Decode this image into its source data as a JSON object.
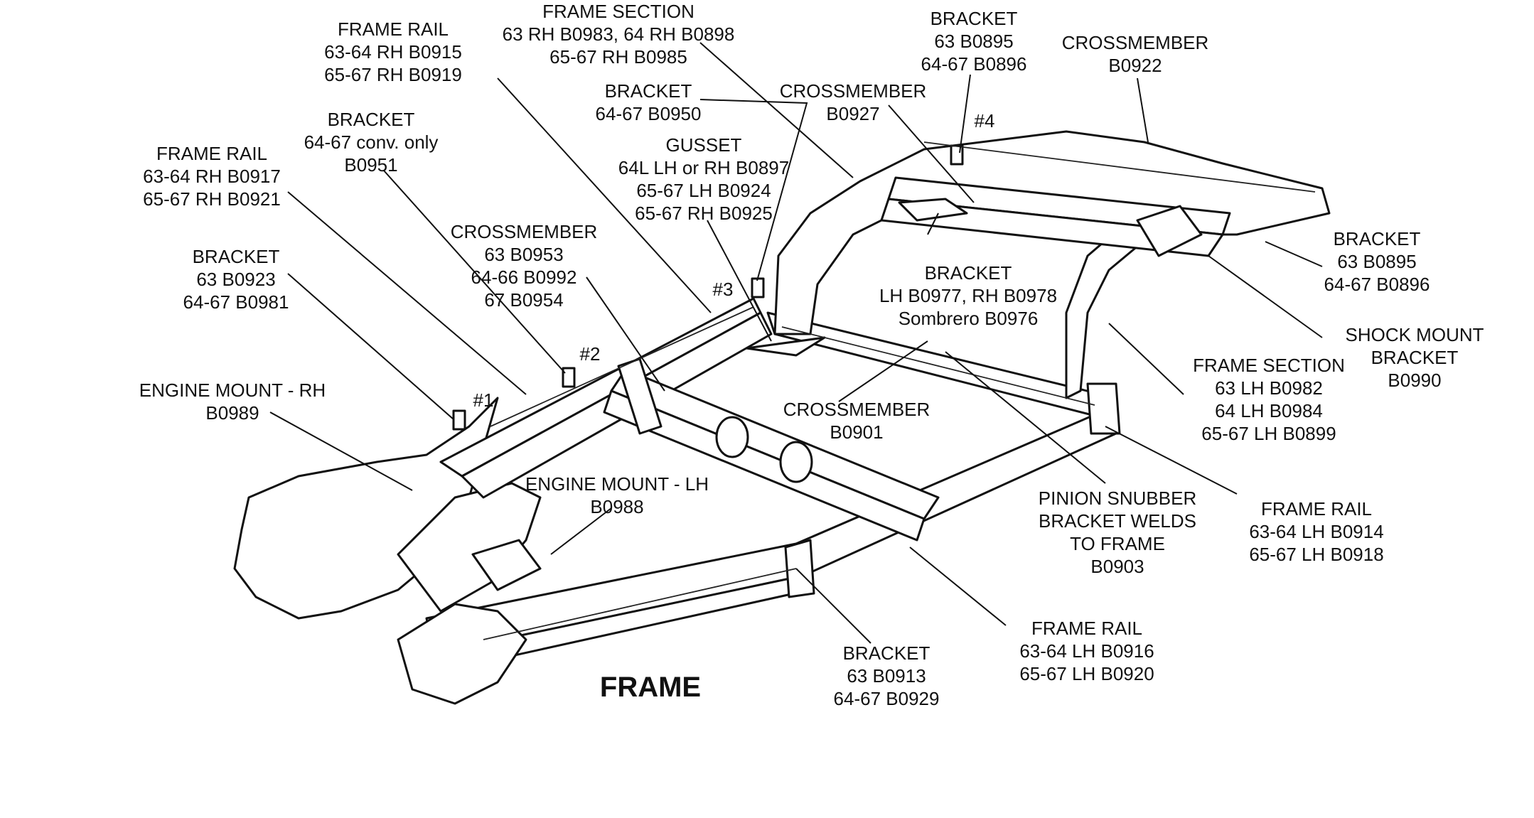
{
  "title": "FRAME",
  "numbers": [
    "#1",
    "#2",
    "#3",
    "#4"
  ],
  "callouts": [
    {
      "id": "frame-rail-rh-front",
      "lines": [
        "FRAME RAIL",
        "63-64 RH B0915",
        "65-67 RH B0919"
      ]
    },
    {
      "id": "frame-section-rh",
      "lines": [
        "FRAME SECTION",
        "63 RH B0983, 64 RH B0898",
        "65-67 RH  B0985"
      ]
    },
    {
      "id": "bracket-b0895-top",
      "lines": [
        "BRACKET",
        "63  B0895",
        "64-67  B0896"
      ]
    },
    {
      "id": "crossmember-b0922",
      "lines": [
        "CROSSMEMBER",
        "B0922"
      ]
    },
    {
      "id": "bracket-b0951",
      "lines": [
        "BRACKET",
        "64-67 conv. only",
        "B0951"
      ]
    },
    {
      "id": "bracket-b0950",
      "lines": [
        "BRACKET",
        "64-67  B0950"
      ]
    },
    {
      "id": "crossmember-b0927",
      "lines": [
        "CROSSMEMBER",
        "B0927"
      ]
    },
    {
      "id": "frame-rail-rh-rear",
      "lines": [
        "FRAME RAIL",
        "63-64 RH B0917",
        "65-67 RH B0921"
      ]
    },
    {
      "id": "gusset",
      "lines": [
        "GUSSET",
        "64L LH or RH B0897",
        "65-67 LH  B0924",
        "65-67 RH  B0925"
      ]
    },
    {
      "id": "crossmember-b0953",
      "lines": [
        "CROSSMEMBER",
        "63  B0953",
        "64-66  B0992",
        "67  B0954"
      ]
    },
    {
      "id": "bracket-b0923",
      "lines": [
        "BRACKET",
        "63  B0923",
        "64-67  B0981"
      ]
    },
    {
      "id": "bracket-sombrero",
      "lines": [
        "BRACKET",
        "LH B0977, RH B0978",
        "Sombrero B0976"
      ]
    },
    {
      "id": "bracket-b0895-right",
      "lines": [
        "BRACKET",
        "63  B0895",
        "64-67  B0896"
      ]
    },
    {
      "id": "shock-mount-bracket",
      "lines": [
        "SHOCK MOUNT",
        "BRACKET",
        "B0990"
      ]
    },
    {
      "id": "frame-section-lh",
      "lines": [
        "FRAME SECTION",
        "63 LH B0982",
        "64 LH B0984",
        "65-67 LH B0899"
      ]
    },
    {
      "id": "engine-mount-rh",
      "lines": [
        "ENGINE MOUNT - RH",
        "B0989"
      ]
    },
    {
      "id": "crossmember-b0901",
      "lines": [
        "CROSSMEMBER",
        "B0901"
      ]
    },
    {
      "id": "engine-mount-lh",
      "lines": [
        "ENGINE MOUNT - LH",
        "B0988"
      ]
    },
    {
      "id": "pinion-snubber",
      "lines": [
        "PINION SNUBBER",
        "BRACKET WELDS",
        "TO FRAME",
        "B0903"
      ]
    },
    {
      "id": "frame-rail-lh-rear",
      "lines": [
        "FRAME RAIL",
        "63-64 LH  B0914",
        "65-67 LH  B0918"
      ]
    },
    {
      "id": "frame-rail-lh-front",
      "lines": [
        "FRAME RAIL",
        "63-64 LH  B0916",
        "65-67 LH  B0920"
      ]
    },
    {
      "id": "bracket-b0913",
      "lines": [
        "BRACKET",
        "63  B0913",
        "64-67  B0929"
      ]
    }
  ]
}
